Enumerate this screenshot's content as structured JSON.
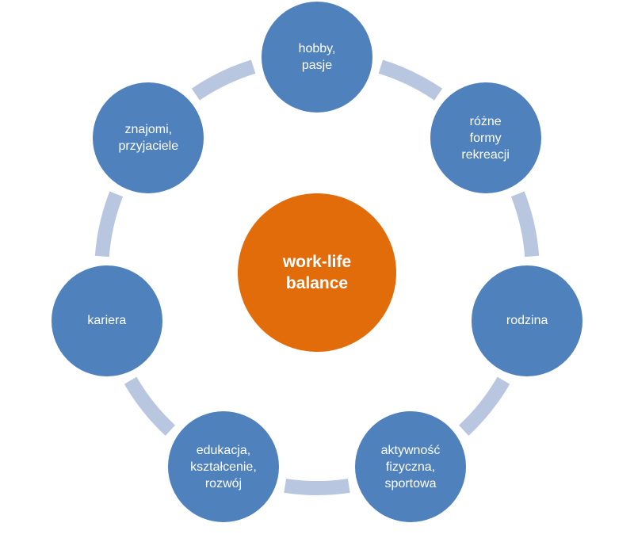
{
  "diagram": {
    "center": {
      "label": "work-life\nbalance",
      "color": "#E36C0A"
    },
    "node_color": "#4F81BD",
    "connector_color": "#B9C6E0",
    "nodes": [
      {
        "id": "hobby",
        "label": "hobby,\npasje"
      },
      {
        "id": "recreation",
        "label": "różne\nformy\nrekreacji"
      },
      {
        "id": "family",
        "label": "rodzina"
      },
      {
        "id": "activity",
        "label": "aktywność\nfizyczna,\nsportowa"
      },
      {
        "id": "education",
        "label": "edukacja,\nkształcenie,\nrozwój"
      },
      {
        "id": "career",
        "label": "kariera"
      },
      {
        "id": "friends",
        "label": "znajomi,\nprzyjaciele"
      }
    ]
  }
}
